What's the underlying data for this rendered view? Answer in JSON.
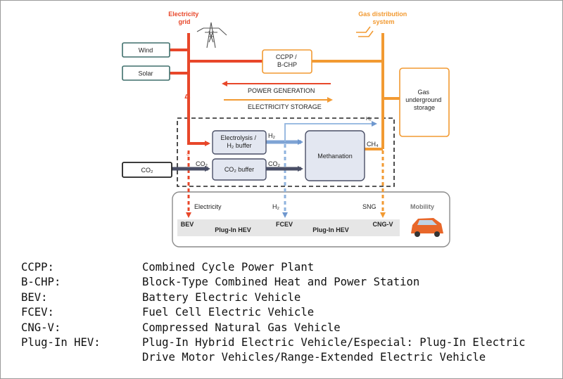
{
  "diagram": {
    "nodes": {
      "grid": [
        "Electricity",
        "grid"
      ],
      "gas_system": [
        "Gas distribution",
        "system"
      ],
      "wind": "Wind",
      "solar": "Solar",
      "ccpp": [
        "CCPP /",
        "B-CHP"
      ],
      "storage": [
        "Gas",
        "underground",
        "storage"
      ],
      "co2_source": "CO₂",
      "electrolysis": [
        "Electrolysis /",
        "H₂ buffer"
      ],
      "co2_buffer": "CO₂ buffer",
      "methanation": "Methanation"
    },
    "flows": {
      "power_generation": "POWER GENERATION",
      "electricity_storage": "ELECTRICITY STORAGE",
      "h2_top": "H₂",
      "h2_small": "H₂",
      "ch4": "CH₄",
      "co2_a": "CO₂",
      "co2_b": "CO₂"
    },
    "mobility": {
      "title": "Mobility",
      "electricity": "Electricity",
      "h2": "H₂",
      "sng": "SNG",
      "vehicles": [
        "BEV",
        "Plug-In HEV",
        "FCEV",
        "Plug-In HEV",
        "CNG-V"
      ]
    },
    "colors": {
      "electricity": "#e8472a",
      "gas": "#f29a32",
      "hydrogen": "#8fb3de",
      "co2": "#4a4f66",
      "source_box": "#3f6f6c"
    }
  },
  "glossary": [
    {
      "abbr": "CCPP:",
      "def": "Combined Cycle Power Plant"
    },
    {
      "abbr": "B-CHP:",
      "def": "Block-Type Combined Heat and Power Station"
    },
    {
      "abbr": "BEV:",
      "def": "Battery Electric Vehicle"
    },
    {
      "abbr": "FCEV:",
      "def": "Fuel Cell Electric Vehicle"
    },
    {
      "abbr": "CNG-V:",
      "def": "Compressed Natural Gas Vehicle"
    },
    {
      "abbr": "Plug-In HEV:",
      "def": "Plug-In Hybrid Electric Vehicle/Especial: Plug-In Electric Drive Motor Vehicles/Range-Extended Electric Vehicle"
    }
  ]
}
